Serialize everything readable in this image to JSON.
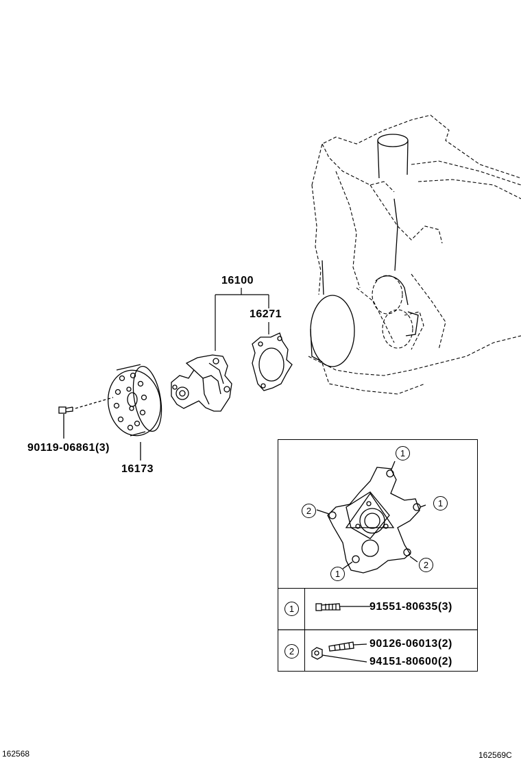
{
  "parts": {
    "water_pump_assy": "16100",
    "gasket": "16271",
    "pulley": "16173",
    "pulley_bolt": "90119-06861",
    "pulley_bolt_qty": "(3)"
  },
  "detail": {
    "callout_1": "1",
    "callout_2": "2",
    "legend": [
      {
        "key": "1",
        "items": [
          {
            "part": "91551-80635",
            "qty": "(3)"
          }
        ]
      },
      {
        "key": "2",
        "items": [
          {
            "part": "90126-06013",
            "qty": "(2)"
          },
          {
            "part": "94151-80600",
            "qty": "(2)"
          }
        ]
      }
    ]
  },
  "footer": {
    "left_code": "162568",
    "right_code": "162569C"
  }
}
